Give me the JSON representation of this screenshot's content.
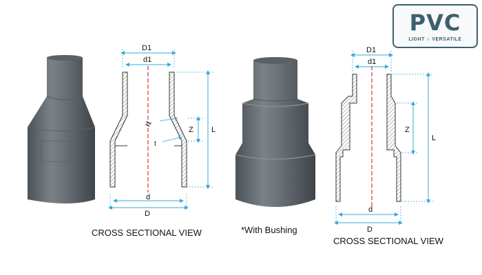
{
  "logo": {
    "title": "PVC",
    "tagline": "LIGHT ∩ VERSATILE"
  },
  "captions": {
    "left": "CROSS SECTIONAL VIEW",
    "middle": "*With Bushing",
    "right": "CROSS SECTIONAL VIEW"
  },
  "diagram_left": {
    "D1": "D1",
    "d1": "d1",
    "t1": "t1",
    "t": "t",
    "Z": "Z",
    "L": "L",
    "d": "d",
    "D": "D"
  },
  "diagram_right": {
    "D1": "D1",
    "d1": "d1",
    "Z": "Z",
    "L": "L",
    "d": "d",
    "D": "D"
  },
  "colors": {
    "pipe": "#6d747a",
    "dimension": "#33aadd",
    "centerline": "#e03030",
    "logo": "#3d5f6e"
  }
}
